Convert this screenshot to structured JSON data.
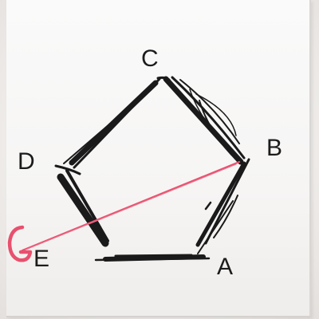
{
  "diagram": {
    "vertices": [
      {
        "id": "A",
        "label": "A"
      },
      {
        "id": "B",
        "label": "B"
      },
      {
        "id": "C",
        "label": "C"
      },
      {
        "id": "D",
        "label": "D"
      },
      {
        "id": "E",
        "label": "E"
      },
      {
        "id": "G",
        "label": "G"
      }
    ],
    "edges": [
      {
        "from": "A",
        "to": "B",
        "color": "#1a1a1a"
      },
      {
        "from": "B",
        "to": "C",
        "color": "#1a1a1a"
      },
      {
        "from": "C",
        "to": "D",
        "color": "#1a1a1a"
      },
      {
        "from": "D",
        "to": "E",
        "color": "#1a1a1a"
      },
      {
        "from": "E",
        "to": "A",
        "color": "#1a1a1a"
      },
      {
        "from": "B",
        "to": "G",
        "color": "#e8506e"
      }
    ]
  }
}
